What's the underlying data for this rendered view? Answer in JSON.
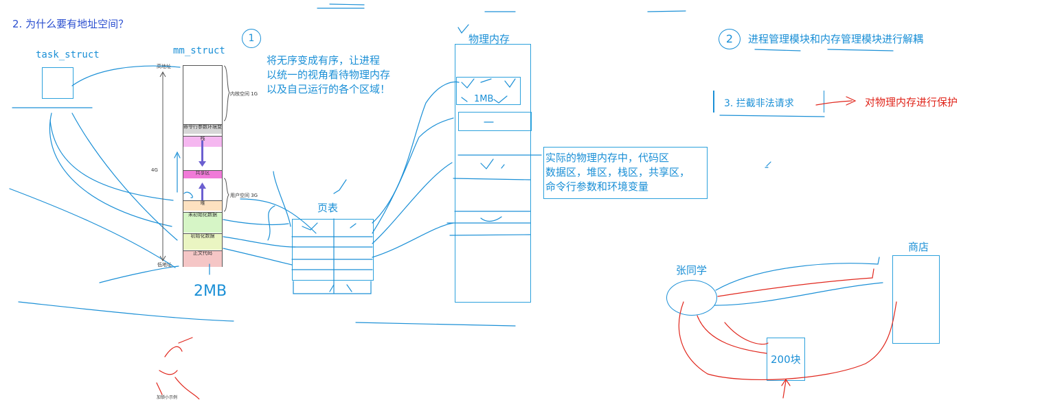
{
  "heading": "2.  为什么要有地址空间？",
  "labels": {
    "task_struct": "task_struct",
    "mm_struct": "mm_struct",
    "high_addr": "高地址",
    "low_addr": "低地址",
    "size_4g": "4G",
    "kernel_space": "内核空间 1G",
    "user_space": "用户空间 3G",
    "handwritten_2mb": "2MB",
    "bottom_note": "加锁小示例"
  },
  "mm_segments": [
    "命令行参数环境变量",
    "栈",
    "共享区",
    "堆",
    "未初始化数据",
    "初始化数据",
    "正文代码"
  ],
  "point1": {
    "number": "1",
    "lines": [
      "将无序变成有序，让进程",
      "以统一的视角看待物理内存",
      "以及自己运行的各个区域！"
    ]
  },
  "page_table": {
    "title": "页表"
  },
  "physical_memory": {
    "title": "物理内存",
    "cell_label": "1MB",
    "annotation": [
      "实际的物理内存中，代码区",
      "数据区，堆区，栈区，共享区，",
      "命令行参数和环境变量"
    ]
  },
  "point2": {
    "number": "2",
    "text": "进程管理模块和内存管理模块进行解耦"
  },
  "point3": {
    "text": "3.  拦截非法请求",
    "result": "对物理内存进行保护"
  },
  "analogy": {
    "person": "张同学",
    "store": "商店",
    "money": "200块"
  },
  "colors": {
    "accent_blue": "#1a8fd6",
    "heading_navy": "#2b4fd0",
    "red": "#e0251b"
  }
}
